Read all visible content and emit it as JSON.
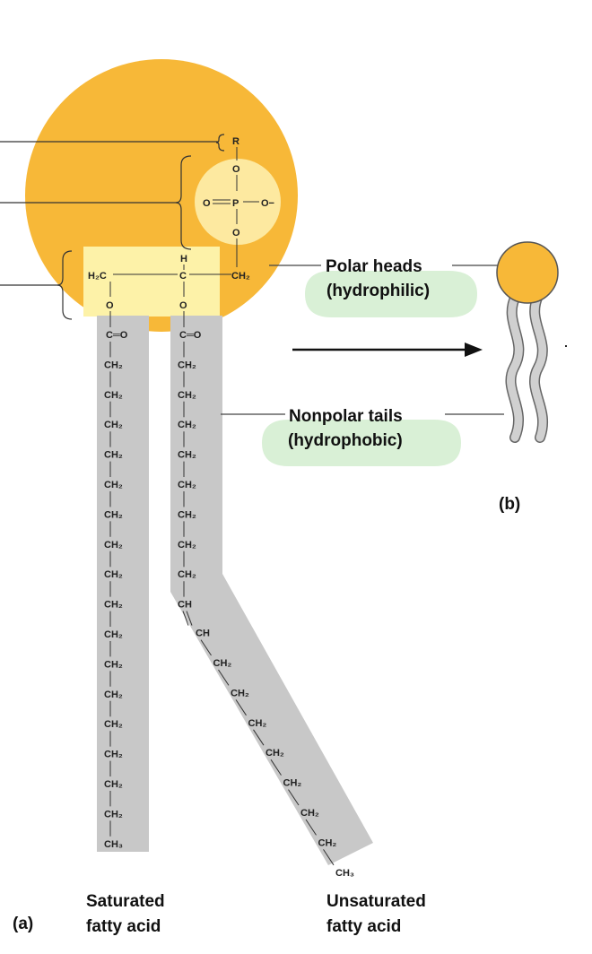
{
  "colors": {
    "head": "#f7b838",
    "phosphate": "#fde9a0",
    "glycerol": "#fdf2a8",
    "tail": "#c8c8c8",
    "label_bubble": "#d9f0d6",
    "tail_icon": "#d0d0d0"
  },
  "labels": {
    "polar_heads_1": "Polar heads",
    "polar_heads_2": "(hydrophilic)",
    "nonpolar_tails_1": "Nonpolar tails",
    "nonpolar_tails_2": "(hydrophobic)",
    "part_a": "(a)",
    "part_b": "(b)",
    "saturated_1": "Saturated",
    "saturated_2": "fatty acid",
    "unsaturated_1": "Unsaturated",
    "unsaturated_2": "fatty acid"
  },
  "chem": {
    "r": "R",
    "o": "O",
    "p": "P",
    "o_minus": "O−",
    "h": "H",
    "c": "C",
    "h2c": "H₂C",
    "ch2": "CH₂",
    "ch3": "CH₃",
    "ch": "CH",
    "co": "C═O"
  },
  "saturated_chain_ch2_count": 16,
  "unsaturated_straight_ch2_count": 8,
  "unsaturated_bent_ch2_count": 7
}
